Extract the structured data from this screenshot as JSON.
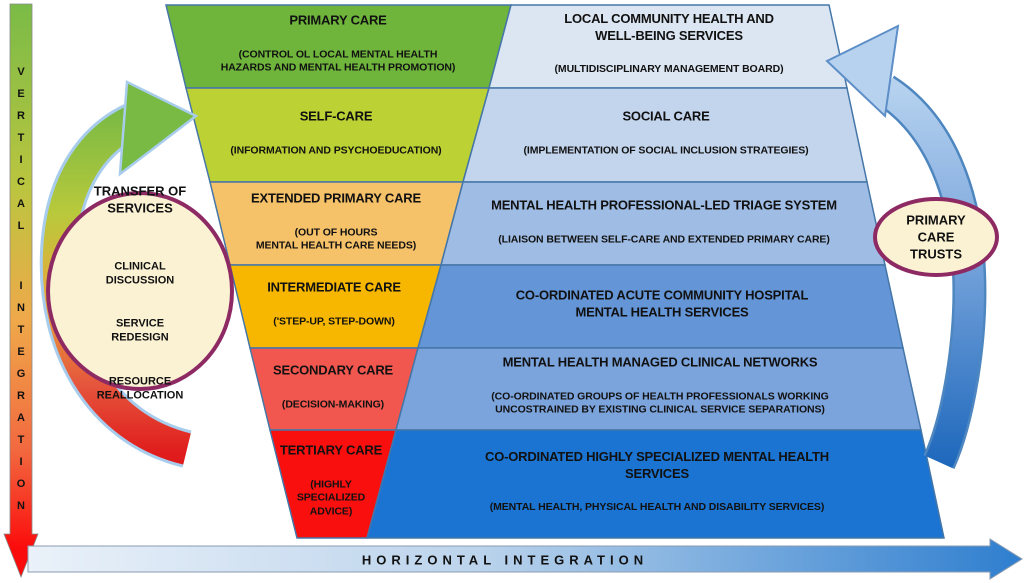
{
  "left_axis": {
    "label": "VERTICAL INTEGRATION"
  },
  "bottom_axis": {
    "label": "HORIZONTAL INTEGRATION"
  },
  "left_bubble": {
    "title": "TRANSFER OF\nSERVICES",
    "items": [
      "CLINICAL\nDISCUSSION",
      "SERVICE\nREDESIGN",
      "RESOURCE\nREALLOCATION"
    ]
  },
  "right_bubble": {
    "title": "PRIMARY\nCARE\nTRUSTS"
  },
  "pyramid": {
    "rows": [
      {
        "left": {
          "title": "PRIMARY CARE",
          "subtitle": "(CONTROL OL LOCAL MENTAL HEALTH\nHAZARDS AND MENTAL HEALTH PROMOTION)"
        },
        "right": {
          "title": "LOCAL COMMUNITY HEALTH AND\nWELL-BEING SERVICES",
          "subtitle": "(MULTIDISCIPLINARY MANAGEMENT BOARD)"
        }
      },
      {
        "left": {
          "title": "SELF-CARE",
          "subtitle": "(INFORMATION AND PSYCHOEDUCATION)"
        },
        "right": {
          "title": "SOCIAL CARE",
          "subtitle": "(IMPLEMENTATION OF SOCIAL INCLUSION STRATEGIES)"
        }
      },
      {
        "left": {
          "title": "EXTENDED PRIMARY CARE",
          "subtitle": "(OUT OF HOURS\nMENTAL HEALTH CARE NEEDS)"
        },
        "right": {
          "title": "MENTAL HEALTH PROFESSIONAL-LED TRIAGE SYSTEM",
          "subtitle": "(LIAISON BETWEEN SELF-CARE AND EXTENDED PRIMARY CARE)"
        }
      },
      {
        "left": {
          "title": "INTERMEDIATE CARE",
          "subtitle": "('STEP-UP, STEP-DOWN)"
        },
        "right": {
          "title": "CO-ORDINATED ACUTE COMMUNITY HOSPITAL\nMENTAL HEALTH SERVICES",
          "subtitle": ""
        }
      },
      {
        "left": {
          "title": "SECONDARY CARE",
          "subtitle": "(DECISION-MAKING)"
        },
        "right": {
          "title": "MENTAL HEALTH MANAGED CLINICAL NETWORKS",
          "subtitle": "(CO-ORDINATED GROUPS OF HEALTH PROFESSIONALS WORKING\nUNCOSTRAINED BY EXISTING CLINICAL SERVICE SEPARATIONS)"
        }
      },
      {
        "left": {
          "title": "TERTIARY CARE",
          "subtitle": "(HIGHLY\nSPECIALIZED\nADVICE)"
        },
        "right": {
          "title": "CO-ORDINATED HIGHLY SPECIALIZED MENTAL HEALTH SERVICES",
          "subtitle": "(MENTAL HEALTH, PHYSICAL HEALTH AND DISABILITY SERVICES)"
        }
      }
    ]
  },
  "colors": {
    "left_rows": [
      "#6FB53C",
      "#BCD133",
      "#F5C169",
      "#F7B600",
      "#F2574F",
      "#FA0F0F"
    ],
    "right_rows": [
      "#DCE6F2",
      "#C3D4ED",
      "#9FBCE4",
      "#6495D7",
      "#7BA3DC",
      "#1B74D2"
    ],
    "cell_border": "#4576A8",
    "bubble_fill": "#FBF2D4",
    "bubble_border": "#8E2A63",
    "vbar_top": "#7ABB47",
    "vbar_mid": "#EFA94A",
    "vbar_bottom": "#FB0C0C",
    "hbar_left": "#EAF1F9",
    "hbar_right": "#2E7ECF",
    "green_arrow": "#79BA44",
    "red_tail": "#E01B1B",
    "blue_arrow_light": "#B6D2EF",
    "blue_arrow_dark": "#1E68BC",
    "text": "#111111"
  }
}
